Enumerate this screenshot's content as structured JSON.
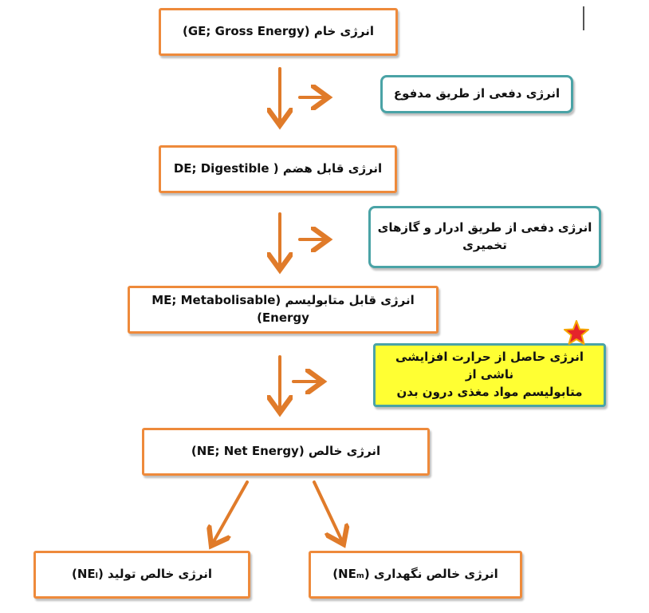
{
  "colors": {
    "energy_border": "#ee8a3b",
    "arrow": "#e07b2a",
    "loss_border": "#4aa3a6",
    "heat_fill": "#ffff33",
    "star_fill": "#e5242b",
    "star_outline": "#f6a800"
  },
  "nodes": {
    "ge": "انرژی خام (GE; Gross Energy)",
    "de": "انرژی قابل هضم ( DE; Digestible",
    "me": "انرژی قابل متابولیسم (ME; Metabolisable Energy)",
    "ne": "انرژی خالص (NE; Net Energy)",
    "ne_production": "انرژی خالص تولید (NEₗ)",
    "ne_maintenance": "انرژی خالص نگهداری (NEₘ)"
  },
  "losses": {
    "fecal": "انرژی دفعی از طریق مدفوع",
    "urine_gas_line1": "انرژی دفعی از طریق ادرار و گازهای",
    "urine_gas_line2": "تخمیری",
    "heat_line1": "انرژی حاصل از حرارت افزایشی ناشی از",
    "heat_line2": "متابولیسم مواد مغذی درون بدن"
  },
  "icons": {
    "highlight": "star-icon"
  }
}
